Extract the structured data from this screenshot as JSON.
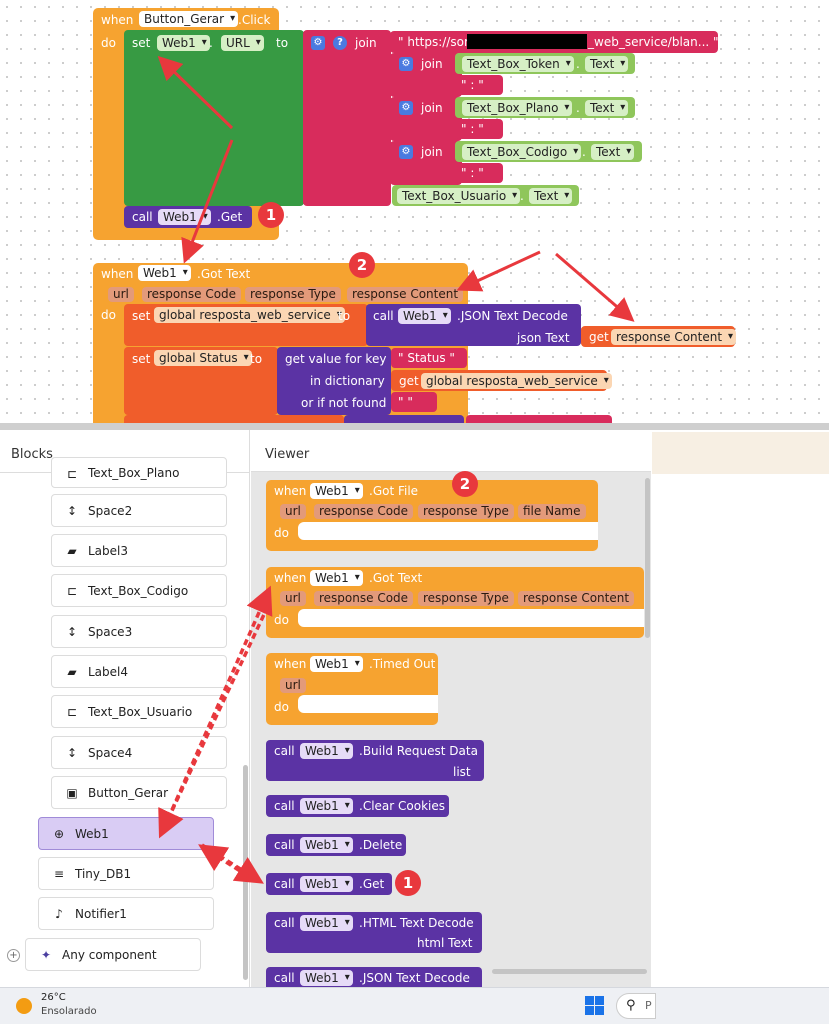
{
  "top": {
    "b1": {
      "when": "when",
      "component": "Button_Gerar",
      "event": ".Click",
      "do": "do",
      "set": "set",
      "set_component": "Web1",
      "set_prop": "URL",
      "to": "to",
      "join": "join",
      "url_string": "\" https://sor",
      "url_string_tail": "_web_service/blan... \"",
      "joins": [
        {
          "join": "join",
          "component": "Text_Box_Token",
          "prop": "Text",
          "sep": "\" : \""
        },
        {
          "join": "join",
          "component": "Text_Box_Plano",
          "prop": "Text",
          "sep": "\" : \""
        },
        {
          "join": "join",
          "component": "Text_Box_Codigo",
          "prop": "Text",
          "sep": "\" : \""
        }
      ],
      "last_component": "Text_Box_Usuario",
      "last_prop": "Text",
      "call": "call",
      "call_component": "Web1",
      "call_method": ".Get"
    },
    "b2": {
      "when": "when",
      "component": "Web1",
      "event": ".Got Text",
      "params": [
        "url",
        "response Code",
        "response Type",
        "response Content"
      ],
      "do": "do",
      "set1": "set",
      "var1": "global resposta_web_service",
      "to1": "to",
      "call": "call",
      "call_component": "Web1",
      "call_method": ".JSON Text Decode",
      "json_text": "json Text",
      "get": "get",
      "get_var": "response Content",
      "set2": "set",
      "var2": "global Status",
      "to2": "to",
      "get_value_for_key": "get value for key",
      "key_string": "\" Status \"",
      "in_dictionary": "in dictionary",
      "get2": "get",
      "get2_var": "global resposta_web_service",
      "or_if_not_found": "or if not found",
      "empty_string": "\" \""
    },
    "badges": [
      "1",
      "2"
    ]
  },
  "blocks_panel": {
    "title": "Blocks",
    "items": [
      {
        "icon": "textbox-icon",
        "glyph": "⊏",
        "label": "Text_Box_Plano"
      },
      {
        "icon": "space-icon",
        "glyph": "↕",
        "label": "Space2"
      },
      {
        "icon": "label-icon",
        "glyph": "▰",
        "label": "Label3"
      },
      {
        "icon": "textbox-icon",
        "glyph": "⊏",
        "label": "Text_Box_Codigo"
      },
      {
        "icon": "space-icon",
        "glyph": "↕",
        "label": "Space3"
      },
      {
        "icon": "label-icon",
        "glyph": "▰",
        "label": "Label4"
      },
      {
        "icon": "textbox-icon",
        "glyph": "⊏",
        "label": "Text_Box_Usuario"
      },
      {
        "icon": "space-icon",
        "glyph": "↕",
        "label": "Space4"
      },
      {
        "icon": "button-icon",
        "glyph": "▣",
        "label": "Button_Gerar"
      },
      {
        "icon": "globe-icon",
        "glyph": "⊕",
        "label": "Web1"
      },
      {
        "icon": "database-icon",
        "glyph": "≡",
        "label": "Tiny_DB1"
      },
      {
        "icon": "bell-icon",
        "glyph": "♪",
        "label": "Notifier1"
      }
    ],
    "any_component": "Any component"
  },
  "viewer": {
    "title": "Viewer",
    "got_file": {
      "when": "when",
      "component": "Web1",
      "event": ".Got File",
      "params": [
        "url",
        "response Code",
        "response Type",
        "file Name"
      ],
      "do": "do"
    },
    "got_text": {
      "when": "when",
      "component": "Web1",
      "event": ".Got Text",
      "params": [
        "url",
        "response Code",
        "response Type",
        "response Content"
      ],
      "do": "do"
    },
    "timed_out": {
      "when": "when",
      "component": "Web1",
      "event": ".Timed Out",
      "params": [
        "url"
      ],
      "do": "do"
    },
    "calls": [
      {
        "call": "call",
        "component": "Web1",
        "method": ".Build Request Data",
        "arg": "list"
      },
      {
        "call": "call",
        "component": "Web1",
        "method": ".Clear Cookies",
        "arg": ""
      },
      {
        "call": "call",
        "component": "Web1",
        "method": ".Delete",
        "arg": ""
      },
      {
        "call": "call",
        "component": "Web1",
        "method": ".Get",
        "arg": ""
      },
      {
        "call": "call",
        "component": "Web1",
        "method": ".HTML Text Decode",
        "arg": "html Text"
      },
      {
        "call": "call",
        "component": "Web1",
        "method": ".JSON Text Decode",
        "arg": ""
      }
    ],
    "badges": [
      "2",
      "1"
    ]
  },
  "taskbar": {
    "temperature": "26°C",
    "weather": "Ensolarado",
    "search_glyph": "P"
  },
  "colors": {
    "event": "#f6a330",
    "setter": "#f05d2b",
    "component_setter": "#379a43",
    "text": "#d82c5c",
    "method": "#5b33a4",
    "property": "#8fc65b",
    "annotation": "#e8383d"
  }
}
